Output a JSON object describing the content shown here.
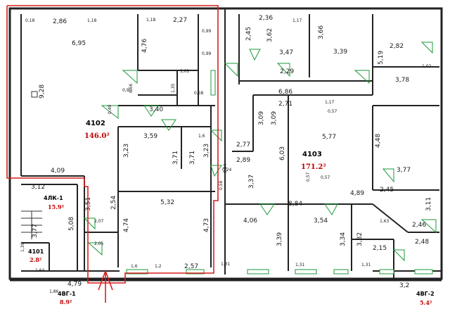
{
  "rooms": [
    {
      "id": "4102",
      "area": "146.0²"
    },
    {
      "id": "4103",
      "area": "171.2²"
    },
    {
      "id": "4ЛК-1",
      "area": "15.9²"
    },
    {
      "id": "4101",
      "area": "2.8²"
    },
    {
      "id": "4ВГ-1",
      "area": "8.9²"
    },
    {
      "id": "4ВГ-2",
      "area": "5.4²"
    }
  ],
  "dimensions": [
    "2,86",
    "1,18",
    "0,18",
    "6,95",
    "9,28",
    "4,76",
    "1,18",
    "2,27",
    "0,99",
    "0,99",
    "1,01",
    "1,35",
    "0,56",
    "0,90",
    "3,40",
    "0,58",
    "0,49",
    "3,59",
    "3,71",
    "3,71",
    "3,23",
    "3,23",
    "1,6",
    "4,09",
    "3,12",
    "3,51",
    "2,54",
    "5,32",
    "2,07",
    "2,05",
    "4,74",
    "4,73",
    "5,08",
    "3,77",
    "1,39",
    "1,64",
    "1,6",
    "1,2",
    "2,57",
    "1,31",
    "4,79",
    "1,86",
    "2,36",
    "1,17",
    "2,45",
    "3,62",
    "3,47",
    "3,66",
    "3,39",
    "2,29",
    "2,82",
    "5,19",
    "3,78",
    "1,02",
    "6,86",
    "2,71",
    "1,17",
    "0,57",
    "3,09",
    "3,09",
    "5,77",
    "4,48",
    "2,77",
    "2,89",
    "6,03",
    "3,37",
    "3,77",
    "4,89",
    "2,45",
    "0,57",
    "3,11",
    "8,84",
    "4,06",
    "3,54",
    "1,63",
    "2,46",
    "3,39",
    "3,34",
    "3,32",
    "2,15",
    "2,48",
    "1,31",
    "1,31",
    "3,2",
    "0,24",
    "0,24",
    "0,58",
    "0,57"
  ]
}
